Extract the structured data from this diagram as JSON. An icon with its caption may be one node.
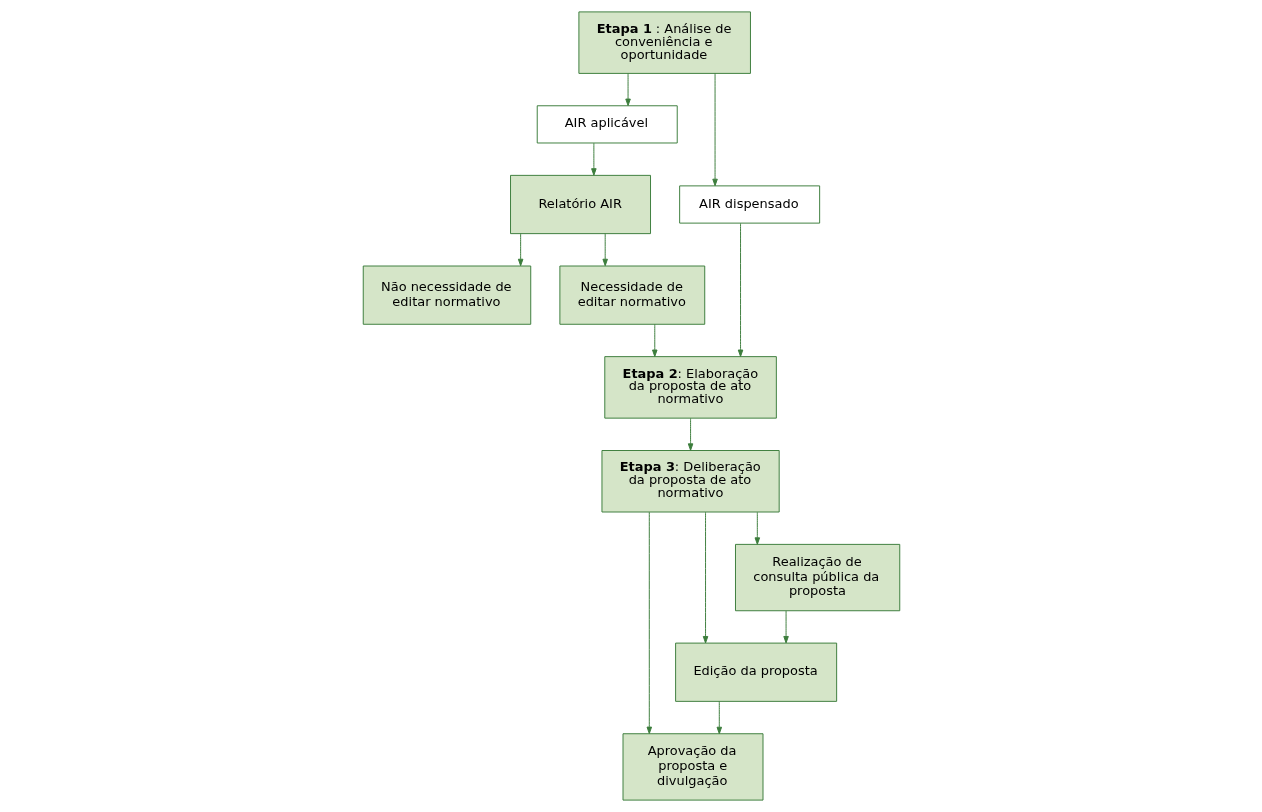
{
  "diagram": {
    "nodes": [
      {
        "text": [
          "**Etapa 1** : Análise de conveniência e oportunidade"
        ]
      },
      {
        "text": [
          "AIR aplicável"
        ]
      },
      {
        "text": [
          "AIR dispensado"
        ]
      },
      {
        "text": [
          "Relatório AIR"
        ]
      },
      {
        "text": [
          "Não necessidade de editar normativo"
        ]
      },
      {
        "text": [
          "Necessidade de editar normativo"
        ]
      },
      {
        "text": [
          "**Etapa 2**: Elaboração da proposta de ato normativo"
        ]
      },
      {
        "text": [
          "Aprovação da proposta e divulgação"
        ]
      },
      {
        "text": [
          "**Etapa 3**: Deliberação da proposta de ato normativo"
        ]
      },
      {
        "text": [
          "Edição da proposta"
        ]
      },
      {
        "text": [
          "Realização de consulta pública da proposta"
        ]
      }
    ],
    "edges": [
      {
        "from": 0,
        "to": 1,
        "arrow": "to"
      },
      {
        "from": 0,
        "to": 2,
        "arrow": "to"
      },
      {
        "from": 1,
        "to": 3,
        "arrow": "to"
      },
      {
        "from": 2,
        "to": 6,
        "arrow": "to"
      },
      {
        "from": 3,
        "to": 4,
        "arrow": "to"
      },
      {
        "from": 3,
        "to": 5,
        "arrow": "to"
      },
      {
        "from": 5,
        "to": 6,
        "arrow": "to"
      },
      {
        "from": 6,
        "to": 8,
        "arrow": "to"
      },
      {
        "from": 8,
        "to": 7,
        "arrow": "to"
      },
      {
        "from": 8,
        "to": 9,
        "arrow": "to"
      },
      {
        "from": 8,
        "to": 10,
        "arrow": "to"
      },
      {
        "from": 10,
        "to": 9,
        "arrow": "to"
      },
      {
        "from": 9,
        "to": 7,
        "arrow": "to"
      }
    ]
  }
}
